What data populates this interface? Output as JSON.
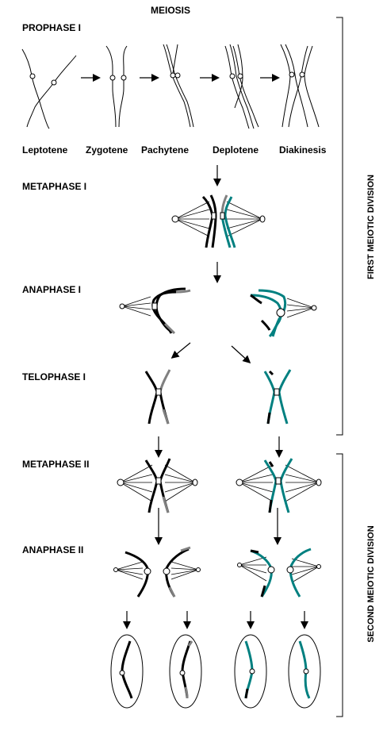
{
  "title": "MEIOSIS",
  "stages": {
    "prophase1": "PROPHASE I",
    "metaphase1": "METAPHASE I",
    "anaphase1": "ANAPHASE I",
    "telophase1": "TELOPHASE I",
    "metaphase2": "METAPHASE II",
    "anaphase2": "ANAPHASE II"
  },
  "substages": [
    "Leptotene",
    "Zygotene",
    "Pachytene",
    "Deplotene",
    "Diakinesis"
  ],
  "divisions": {
    "first": "FIRST  MEIOTIC  DIVISION",
    "second": "SECOND  MEIOTIC  DIVISION"
  },
  "colors": {
    "black": "#000000",
    "gray": "#808080",
    "teal": "#008080"
  }
}
